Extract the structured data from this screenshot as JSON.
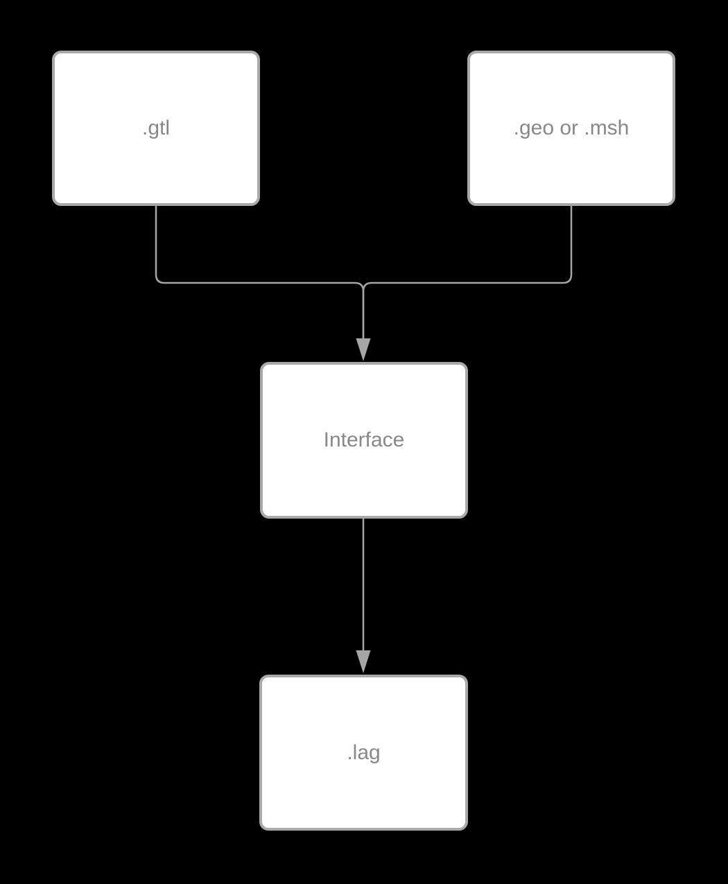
{
  "diagram": {
    "type": "flowchart",
    "nodes": [
      {
        "id": "gtl",
        "label": ".gtl"
      },
      {
        "id": "geo",
        "label": ".geo or .msh"
      },
      {
        "id": "interface",
        "label": "Interface"
      },
      {
        "id": "lag",
        "label": ".lag"
      }
    ],
    "edges": [
      {
        "from": "gtl",
        "to": "interface",
        "arrow": "down"
      },
      {
        "from": "geo",
        "to": "interface",
        "arrow": "down"
      },
      {
        "from": "interface",
        "to": "lag",
        "arrow": "down"
      }
    ],
    "colors": {
      "bg": "#000000",
      "node-fill": "#ffffff",
      "node-border": "#a9a9a9",
      "edge": "#a6a6a6",
      "text": "#888888"
    }
  }
}
